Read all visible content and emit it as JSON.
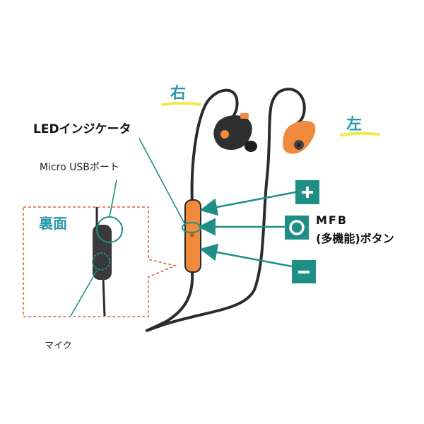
{
  "labels": {
    "right": "右",
    "left": "左",
    "led_indicator": "LEDインジケータ",
    "micro_usb_port": "Micro USBポート",
    "back_side": "裏面",
    "microphone": "マイク",
    "mfb_line1": "MFB",
    "mfb_line2": "(多機能)ボタン"
  },
  "buttons": {
    "plus_icon": "plus-icon",
    "mfb_icon": "circle-icon",
    "minus_icon": "minus-icon"
  },
  "colors": {
    "teal": "#1f8f85",
    "label_blue": "#2a9aab",
    "orange": "#f08a3c",
    "cable": "#2b2b2b",
    "dashed_box": "#d9673f",
    "highlight": "#f3e84a"
  }
}
